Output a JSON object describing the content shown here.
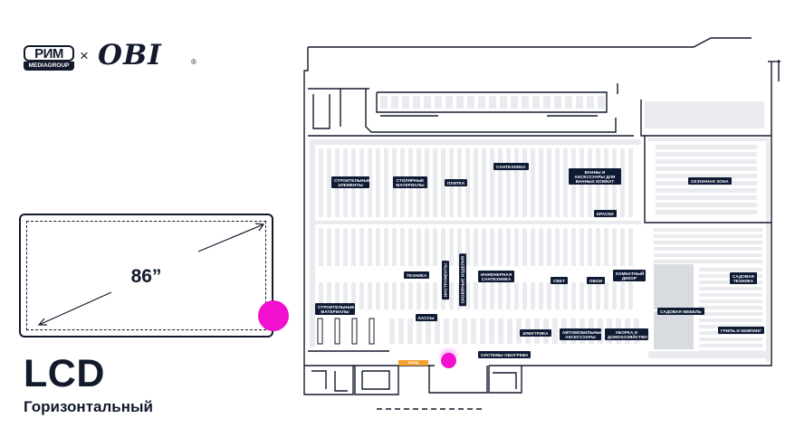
{
  "logos": {
    "rim_name": "РИМ",
    "rim_sub": "MEDIAGROUP",
    "times": "×",
    "obi": "OBI",
    "reg": "®"
  },
  "screen": {
    "size": "86”",
    "type": "LCD",
    "orientation": "Горизонтальный"
  },
  "colors": {
    "primary": "#121a2b",
    "label_bg": "#0f1b35",
    "marker": "#f20fce",
    "entrance": "#f3a12f",
    "shelf": "#e9ebee"
  },
  "map": {
    "entrance": "ВХОД",
    "labels": [
      {
        "id": "stroitelnye-elementy",
        "text": "СТРОИТЕЛЬНЫЕ ЭЛЕМЕНТЫ"
      },
      {
        "id": "stolyarnye-materialy",
        "text": "СТОЛЯРНЫЕ МАТЕРИАЛЫ"
      },
      {
        "id": "plitka",
        "text": "ПЛИТКА"
      },
      {
        "id": "santekhnika",
        "text": "САНТЕХНИКА"
      },
      {
        "id": "vanny",
        "text": "ВАННЫ И АКСЕССУАРЫ ДЛЯ ВАННЫХ КОМНАТ"
      },
      {
        "id": "sezonnaya-zona",
        "text": "СЕЗОННАЯ ЗОНА"
      },
      {
        "id": "kraski",
        "text": "КРАСКИ"
      },
      {
        "id": "tekhnika",
        "text": "ТЕХНИКА"
      },
      {
        "id": "instrumenty",
        "text": "ИНСТРУМЕНТЫ"
      },
      {
        "id": "skobyanye-izdeliya",
        "text": "СКОБЯНЫЕ ИЗДЕЛИЯ"
      },
      {
        "id": "inzhenernaya-santekhnika",
        "text": "ИНЖЕНЕРНАЯ САНТЕХНИКА"
      },
      {
        "id": "svet",
        "text": "СВЕТ"
      },
      {
        "id": "oboi",
        "text": "ОБОИ"
      },
      {
        "id": "komnatny-dekor",
        "text": "КОМНАТНЫЙ ДЕКОР"
      },
      {
        "id": "sadovaya-tekhnika",
        "text": "САДОВАЯ ТЕХНИКА"
      },
      {
        "id": "stroitelnye-materialy",
        "text": "СТРОИТЕЛЬНЫЕ МАТЕРИАЛЫ"
      },
      {
        "id": "kassy",
        "text": "КАССЫ"
      },
      {
        "id": "elektrika",
        "text": "ЭЛЕКТРИКА"
      },
      {
        "id": "avtomobilnye-aksessuary",
        "text": "АВТОМОБИЛЬНЫЕ АКСЕССУАРЫ"
      },
      {
        "id": "uborka",
        "text": "УБОРКА И ДОМОХОЗЯЙСТВО"
      },
      {
        "id": "sadovaya-mebel",
        "text": "САДОВАЯ МЕБЕЛЬ"
      },
      {
        "id": "grili-kemping",
        "text": "ГРИЛЬ И КЕМПИНГ"
      },
      {
        "id": "sistemy-obogreva",
        "text": "СИСТЕМЫ ОБОГРЕВА"
      }
    ]
  }
}
